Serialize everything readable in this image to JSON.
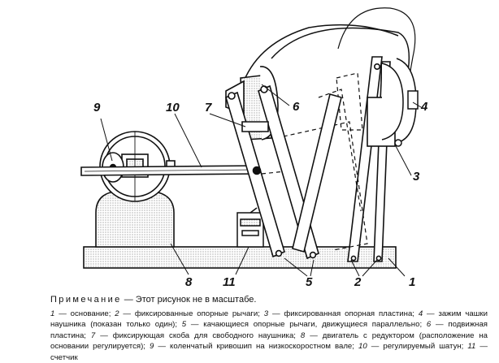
{
  "callouts": {
    "c1": "1",
    "c2": "2",
    "c3": "3",
    "c4": "4",
    "c5": "5",
    "c6": "6",
    "c7": "7",
    "c8": "8",
    "c9": "9",
    "c10": "10",
    "c11": "11"
  },
  "note": {
    "heading": "Примечание",
    "text": " — Этот рисунок не в масштабе."
  },
  "legend": {
    "items": [
      {
        "num": "1",
        "text": " — основание; "
      },
      {
        "num": "2",
        "text": " — фиксированные опорные рычаги; "
      },
      {
        "num": "3",
        "text": " — фиксированная опорная пластина; "
      },
      {
        "num": "4",
        "text": " — зажим чашки наушника (показан только один); "
      },
      {
        "num": "5",
        "text": " — качающиеся опорные рычаги, движущиеся параллельно; "
      },
      {
        "num": "6",
        "text": " — подвижная пластина; "
      },
      {
        "num": "7",
        "text": " — фиксирующая скоба для свободного наушника; "
      },
      {
        "num": "8",
        "text": " — двигатель с редуктором (расположение на основании регулируется); "
      },
      {
        "num": "9",
        "text": " — коленчатый кривошип на низкоскоростном вале; "
      },
      {
        "num": "10",
        "text": " — регулируемый шатун; "
      },
      {
        "num": "11",
        "text": " — счетчик"
      }
    ]
  }
}
